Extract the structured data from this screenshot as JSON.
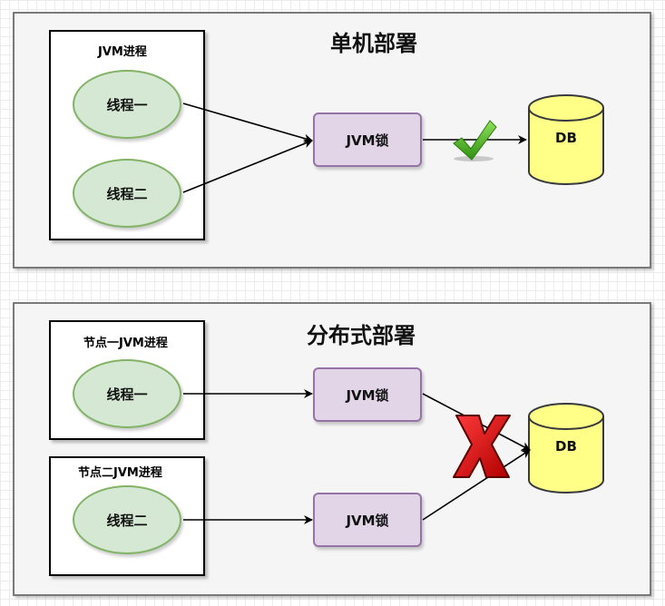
{
  "single": {
    "title": "单机部署",
    "process_label": "JVM进程",
    "thread1": "线程一",
    "thread2": "线程二",
    "lock": "JVM锁",
    "db": "DB",
    "status_icon": "check-mark-icon"
  },
  "distributed": {
    "title": "分布式部署",
    "node1_label": "节点一JVM进程",
    "node2_label": "节点二JVM进程",
    "thread1": "线程一",
    "thread2": "线程二",
    "lock1": "JVM锁",
    "lock2": "JVM锁",
    "db": "DB",
    "status_icon": "red-x-icon"
  },
  "colors": {
    "thread_fill": "#d5e8d4",
    "thread_stroke": "#82b366",
    "lock_fill": "#e1d5e7",
    "lock_stroke": "#9673a6",
    "db_fill": "#ffff88",
    "db_stroke": "#36393d",
    "check": "#4caf1f",
    "cross": "#d50000"
  }
}
